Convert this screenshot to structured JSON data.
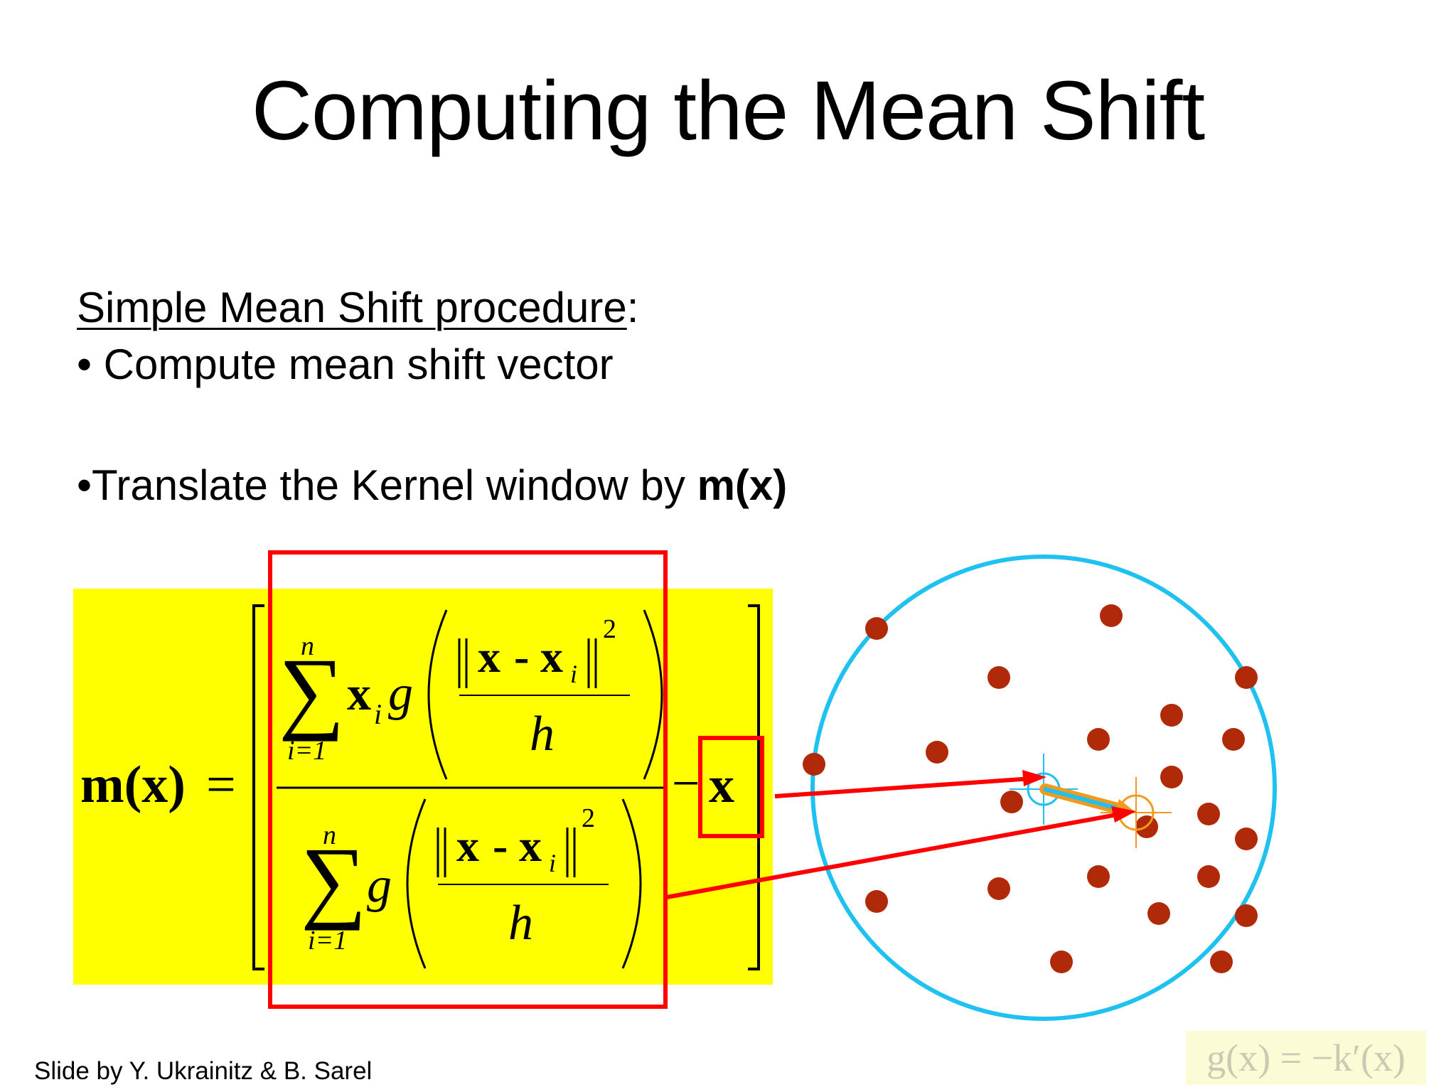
{
  "title": "Computing the Mean Shift",
  "procedure": {
    "heading": "Simple Mean Shift procedure",
    "heading_colon": ":",
    "bullet1": "• Compute mean shift vector",
    "bullet2_prefix": "•Translate the Kernel window by ",
    "bullet2_bold": "m(x)"
  },
  "formula": {
    "lhs": "m(x)",
    "equals": "=",
    "sum_upper": "n",
    "sum_lower": "i=1",
    "num_term": "x",
    "num_term_sub": "i",
    "g": "g",
    "norm_x": "x",
    "minus_dash": "-",
    "norm_xi": "x",
    "norm_sub": "i",
    "power": "2",
    "h": "h",
    "minus": "−",
    "x": "x"
  },
  "caption": "g(x) = −k′(x)",
  "credit": "Slide by Y. Ukrainitz & B. Sarel",
  "colors": {
    "highlight": "#ffff00",
    "frame": "#ff0000",
    "window": "#1ec1ef",
    "shift": "#f39a1c",
    "point": "#b02a0a"
  }
}
